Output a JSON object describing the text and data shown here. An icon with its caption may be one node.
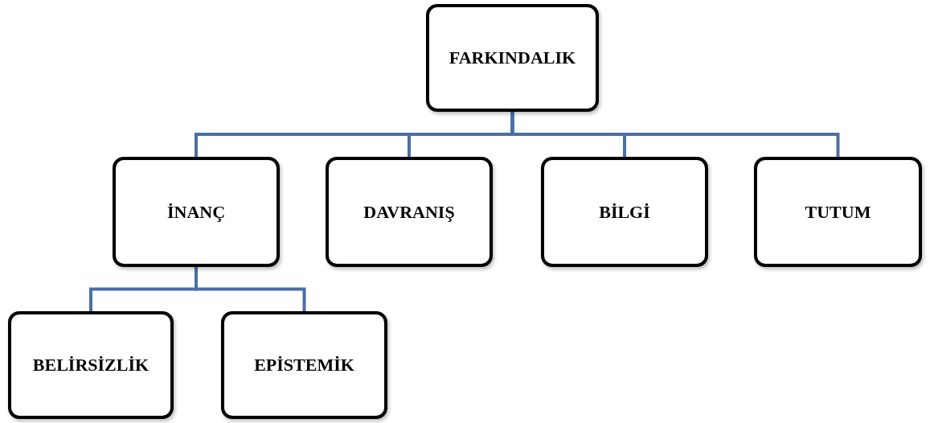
{
  "diagram": {
    "nodes": [
      {
        "text": [
          "FARKINDALIK"
        ]
      },
      {
        "text": [
          "İNANÇ"
        ]
      },
      {
        "text": [
          "DAVRANIŞ"
        ]
      },
      {
        "text": [
          "BİLGİ"
        ]
      },
      {
        "text": [
          "TUTUM"
        ]
      },
      {
        "text": [
          "BELİRSİZLİK"
        ]
      },
      {
        "text": [
          "EPİSTEMİK"
        ]
      }
    ],
    "edges": [
      {
        "from": 0,
        "to": 1,
        "arrow": "none"
      },
      {
        "from": 0,
        "to": 2,
        "arrow": "none"
      },
      {
        "from": 0,
        "to": 3,
        "arrow": "none"
      },
      {
        "from": 0,
        "to": 4,
        "arrow": "none"
      },
      {
        "from": 1,
        "to": 5,
        "arrow": "none"
      },
      {
        "from": 1,
        "to": 6,
        "arrow": "none"
      }
    ]
  }
}
